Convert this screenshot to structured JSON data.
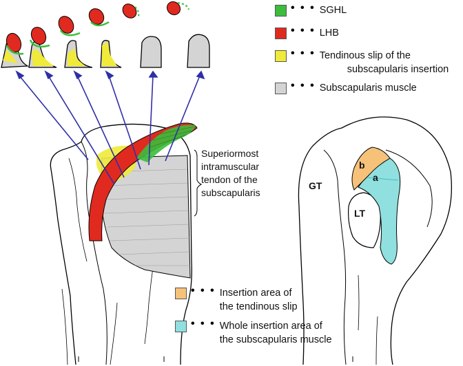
{
  "legend_top": [
    {
      "color": "#3cbd3c",
      "label": "SGHL"
    },
    {
      "color": "#e02a1f",
      "label": "LHB"
    },
    {
      "color": "#f0ea3a",
      "label": "Tendinous slip of the",
      "label2": "subscapularis insertion"
    },
    {
      "color": "#d4d4d4",
      "label": "Subscapularis muscle"
    }
  ],
  "legend_bottom": [
    {
      "color": "#f6c27a",
      "label": "Insertion area of",
      "label2": "the tendinous slip"
    },
    {
      "color": "#8fe0df",
      "label": "Whole insertion area of",
      "label2": "the subscapularis muscle"
    }
  ],
  "annotation": {
    "line1": "Superiormost",
    "line2": "intramuscular",
    "line3": "tendon of the",
    "line4": "subscapularis"
  },
  "right_labels": {
    "gt": "GT",
    "lt": "LT",
    "a": "a",
    "b": "b"
  },
  "dots": "• • •"
}
